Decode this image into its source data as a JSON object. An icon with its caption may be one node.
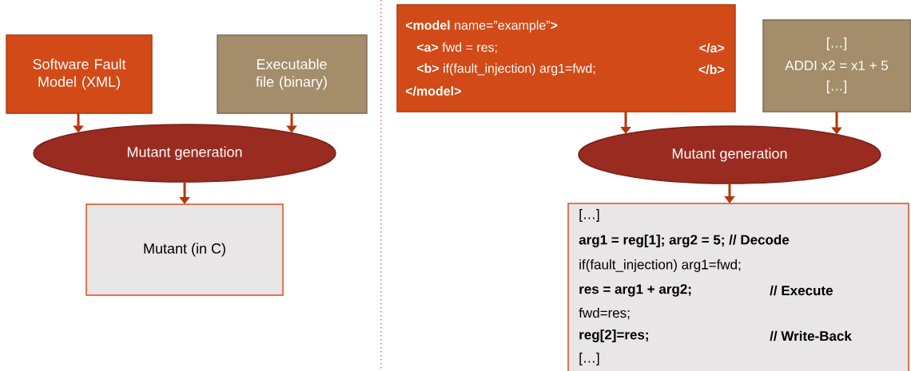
{
  "diagram": {
    "nodes": [
      {
        "text": [
          "Software Fault Model (XML)"
        ]
      },
      {
        "text": [
          "Executable file (binary)"
        ]
      },
      {
        "text": [
          "Mutant generation"
        ]
      },
      {
        "text": [
          "Mutant (in C)"
        ]
      },
      {
        "text": [
          "**<model** name=”example”**>**",
          "**<a>** fwd = res;",
          "</a>",
          "**<b>** if(fault_injection) arg1=fwd;",
          "</b>",
          "</model>"
        ]
      },
      {
        "text": [
          "[…]",
          "ADDI x2 = x1 + 5",
          "[…]"
        ]
      },
      {
        "text": [
          "Mutant generation"
        ]
      },
      {
        "text": [
          "[…]",
          "arg1 = reg[1];  arg2 = 5;  // Decode",
          "if(fault_injection) arg1=fwd;",
          "res = arg1 + arg2;",
          "// Execute",
          "fwd=res;",
          "reg[2]=res;",
          "// Write-Back",
          "[…]"
        ]
      }
    ],
    "edges": [
      {
        "from": 0,
        "to": 2,
        "arrow": "to"
      },
      {
        "from": 1,
        "to": 2,
        "arrow": "to"
      },
      {
        "from": 2,
        "to": 3,
        "arrow": "to"
      },
      {
        "from": 4,
        "to": 6,
        "arrow": "to"
      },
      {
        "from": 5,
        "to": 6,
        "arrow": "to"
      },
      {
        "from": 6,
        "to": 7,
        "arrow": "to"
      }
    ]
  }
}
